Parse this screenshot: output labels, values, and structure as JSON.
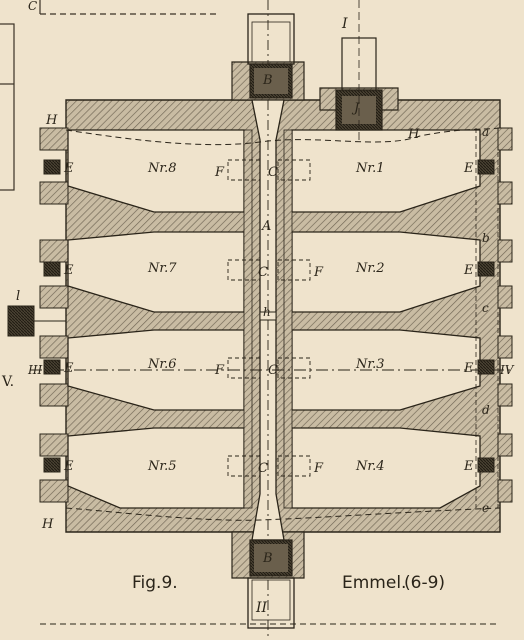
{
  "figure": {
    "caption": "Fig.9.",
    "author": "Emmel.",
    "plate_ref": "(6-9)"
  },
  "chambers": [
    {
      "left": "Nr.8",
      "right": "Nr.1"
    },
    {
      "left": "Nr.7",
      "right": "Nr.2"
    },
    {
      "left": "Nr.6",
      "right": "Nr.3"
    },
    {
      "left": "Nr.5",
      "right": "Nr.4"
    }
  ],
  "labels": {
    "A": "A",
    "B": "B",
    "C": "C",
    "E": "E",
    "F": "F",
    "H": "H",
    "J": "J",
    "h": "h",
    "l": "l",
    "a": "a",
    "b": "b",
    "c": "c",
    "d": "d",
    "e": "e",
    "I": "I",
    "II": "II",
    "III": "III",
    "IV": "IV",
    "V": "V.",
    "corner": "C"
  },
  "colors": {
    "paper": "#efe3cc",
    "ink": "#2a2419",
    "hatch": "#7d7262",
    "wall": "#b7aa92"
  }
}
